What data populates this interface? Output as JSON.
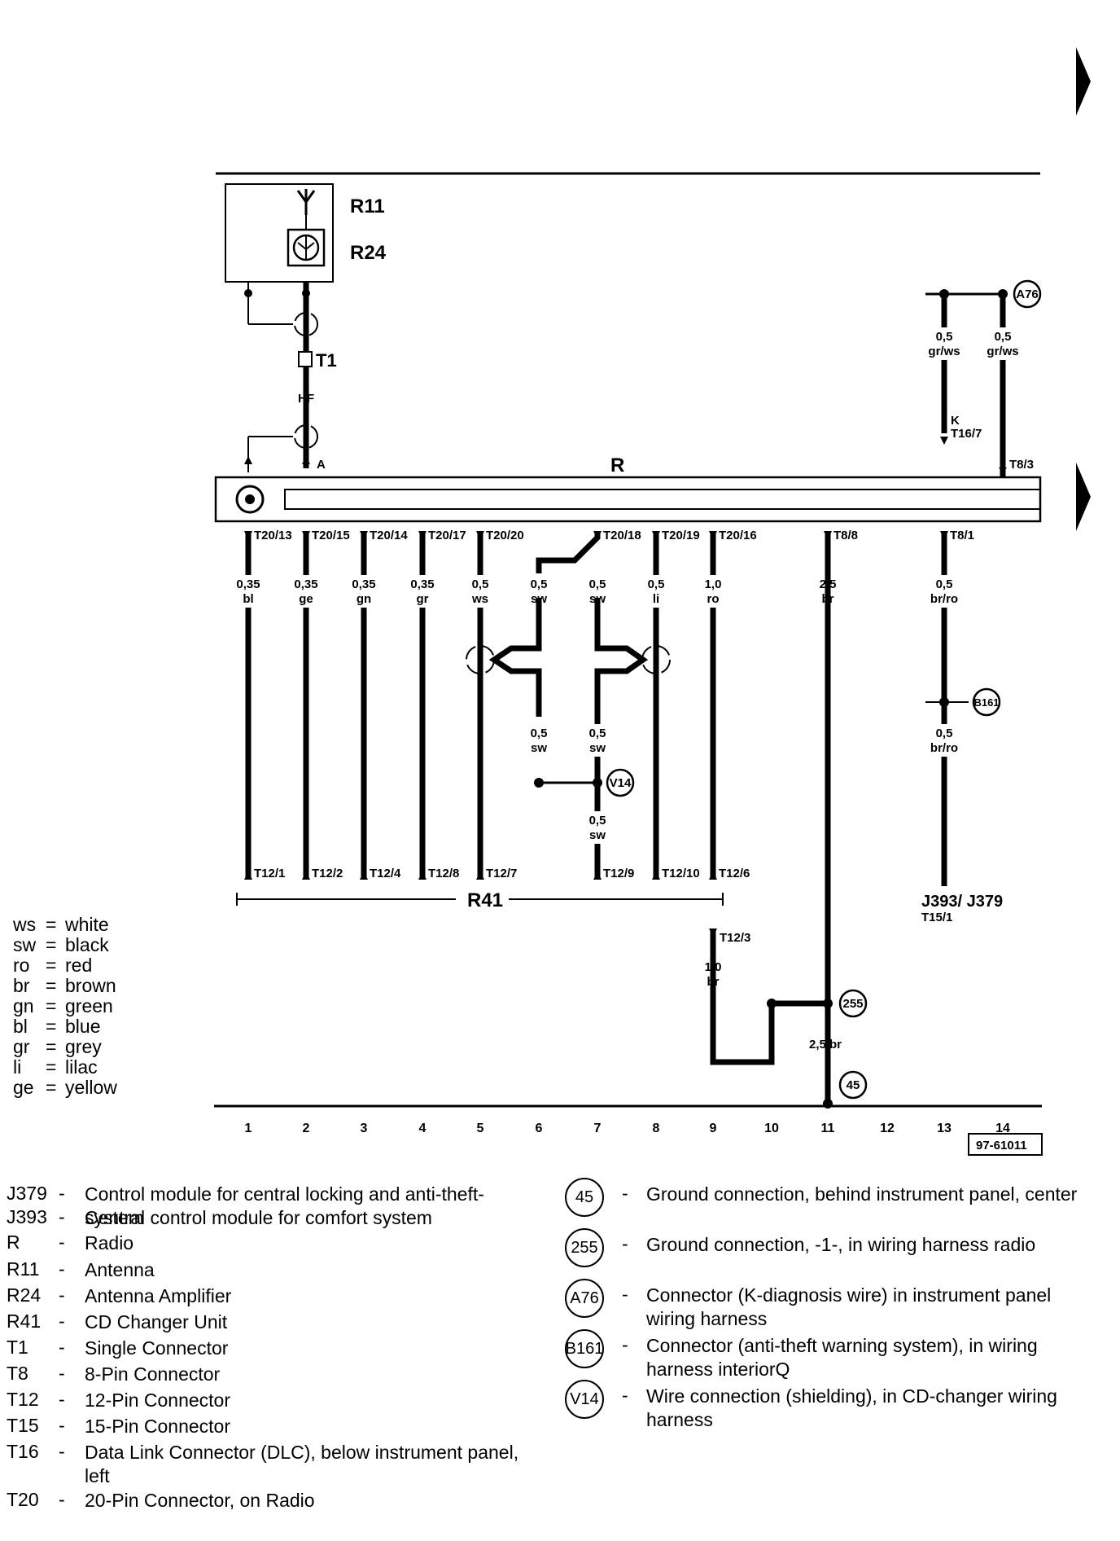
{
  "components": {
    "R11": "R11",
    "R24": "R24",
    "T1": "T1",
    "R": "R",
    "R41": "R41",
    "HF": "HF",
    "A": "A",
    "K": "K",
    "J393_J379": "J393/ J379",
    "T15_1": "T15/1"
  },
  "pins_top": [
    "T20/13",
    "T20/15",
    "T20/14",
    "T20/17",
    "T20/20",
    "T20/18",
    "T20/19",
    "T20/16",
    "T8/8",
    "T8/1"
  ],
  "wires_top": [
    {
      "size": "0,35",
      "color": "bl"
    },
    {
      "size": "0,35",
      "color": "ge"
    },
    {
      "size": "0,35",
      "color": "gn"
    },
    {
      "size": "0,35",
      "color": "gr"
    },
    {
      "size": "0,5",
      "color": "ws"
    },
    {
      "size": "0,5",
      "color": "sw"
    },
    {
      "size": "0,5",
      "color": "sw"
    },
    {
      "size": "0,5",
      "color": "li"
    },
    {
      "size": "1,0",
      "color": "ro"
    },
    {
      "size": "2,5",
      "color": "br"
    },
    {
      "size": "0,5",
      "color": "br/ro"
    }
  ],
  "wires_mid": [
    {
      "size": "0,5",
      "color": "sw"
    },
    {
      "size": "0,5",
      "color": "sw"
    },
    {
      "size": "0,5",
      "color": "sw"
    },
    {
      "size": "0,5",
      "color": "br/ro"
    },
    {
      "size": "1,0",
      "color": "br"
    }
  ],
  "wires_right": [
    {
      "size": "0,5",
      "color": "gr/ws"
    },
    {
      "size": "0,5",
      "color": "gr/ws"
    }
  ],
  "pins_right": [
    "T16/7",
    "T8/3"
  ],
  "pins_bottom": [
    "T12/1",
    "T12/2",
    "T12/4",
    "T12/8",
    "T12/7",
    "T12/9",
    "T12/10",
    "T12/6",
    "T12/3"
  ],
  "ground_wire": "2,5 br",
  "markers": [
    "A76",
    "B161",
    "V14",
    "255",
    "45"
  ],
  "columns": [
    "1",
    "2",
    "3",
    "4",
    "5",
    "6",
    "7",
    "8",
    "9",
    "10",
    "11",
    "12",
    "13",
    "14"
  ],
  "ref_code": "97-61011",
  "color_legend": [
    {
      "code": "ws",
      "name": "white"
    },
    {
      "code": "sw",
      "name": "black"
    },
    {
      "code": "ro",
      "name": "red"
    },
    {
      "code": "br",
      "name": "brown"
    },
    {
      "code": "gn",
      "name": "green"
    },
    {
      "code": "bl",
      "name": "blue"
    },
    {
      "code": "gr",
      "name": "grey"
    },
    {
      "code": "li",
      "name": "lilac"
    },
    {
      "code": "ge",
      "name": "yellow"
    }
  ],
  "legend": [
    {
      "code": "J379",
      "desc": "Control module for central locking and anti-theft-system"
    },
    {
      "code": "J393",
      "desc": "Central control module for comfort system"
    },
    {
      "code": "R",
      "desc": "Radio"
    },
    {
      "code": "R11",
      "desc": "Antenna"
    },
    {
      "code": "R24",
      "desc": "Antenna Amplifier"
    },
    {
      "code": "R41",
      "desc": "CD Changer Unit"
    },
    {
      "code": "T1",
      "desc": "Single Connector"
    },
    {
      "code": "T8",
      "desc": "8-Pin Connector"
    },
    {
      "code": "T12",
      "desc": "12-Pin Connector"
    },
    {
      "code": "T15",
      "desc": "15-Pin Connector"
    },
    {
      "code": "T16",
      "desc": "Data Link Connector (DLC), below instrument panel, left"
    },
    {
      "code": "T20",
      "desc": "20-Pin Connector, on Radio"
    }
  ],
  "ground_legend": [
    {
      "code": "45",
      "desc": "Ground connection, behind instrument panel, center"
    },
    {
      "code": "255",
      "desc": "Ground connection, -1-, in wiring harness radio"
    },
    {
      "code": "A76",
      "desc": "Connector (K-diagnosis wire) in instrument panel wiring harness"
    },
    {
      "code": "B161",
      "desc": "Connector (anti-theft warning system), in wiring harness interiorQ"
    },
    {
      "code": "V14",
      "desc": "Wire connection (shielding), in CD-changer wiring harness"
    }
  ]
}
